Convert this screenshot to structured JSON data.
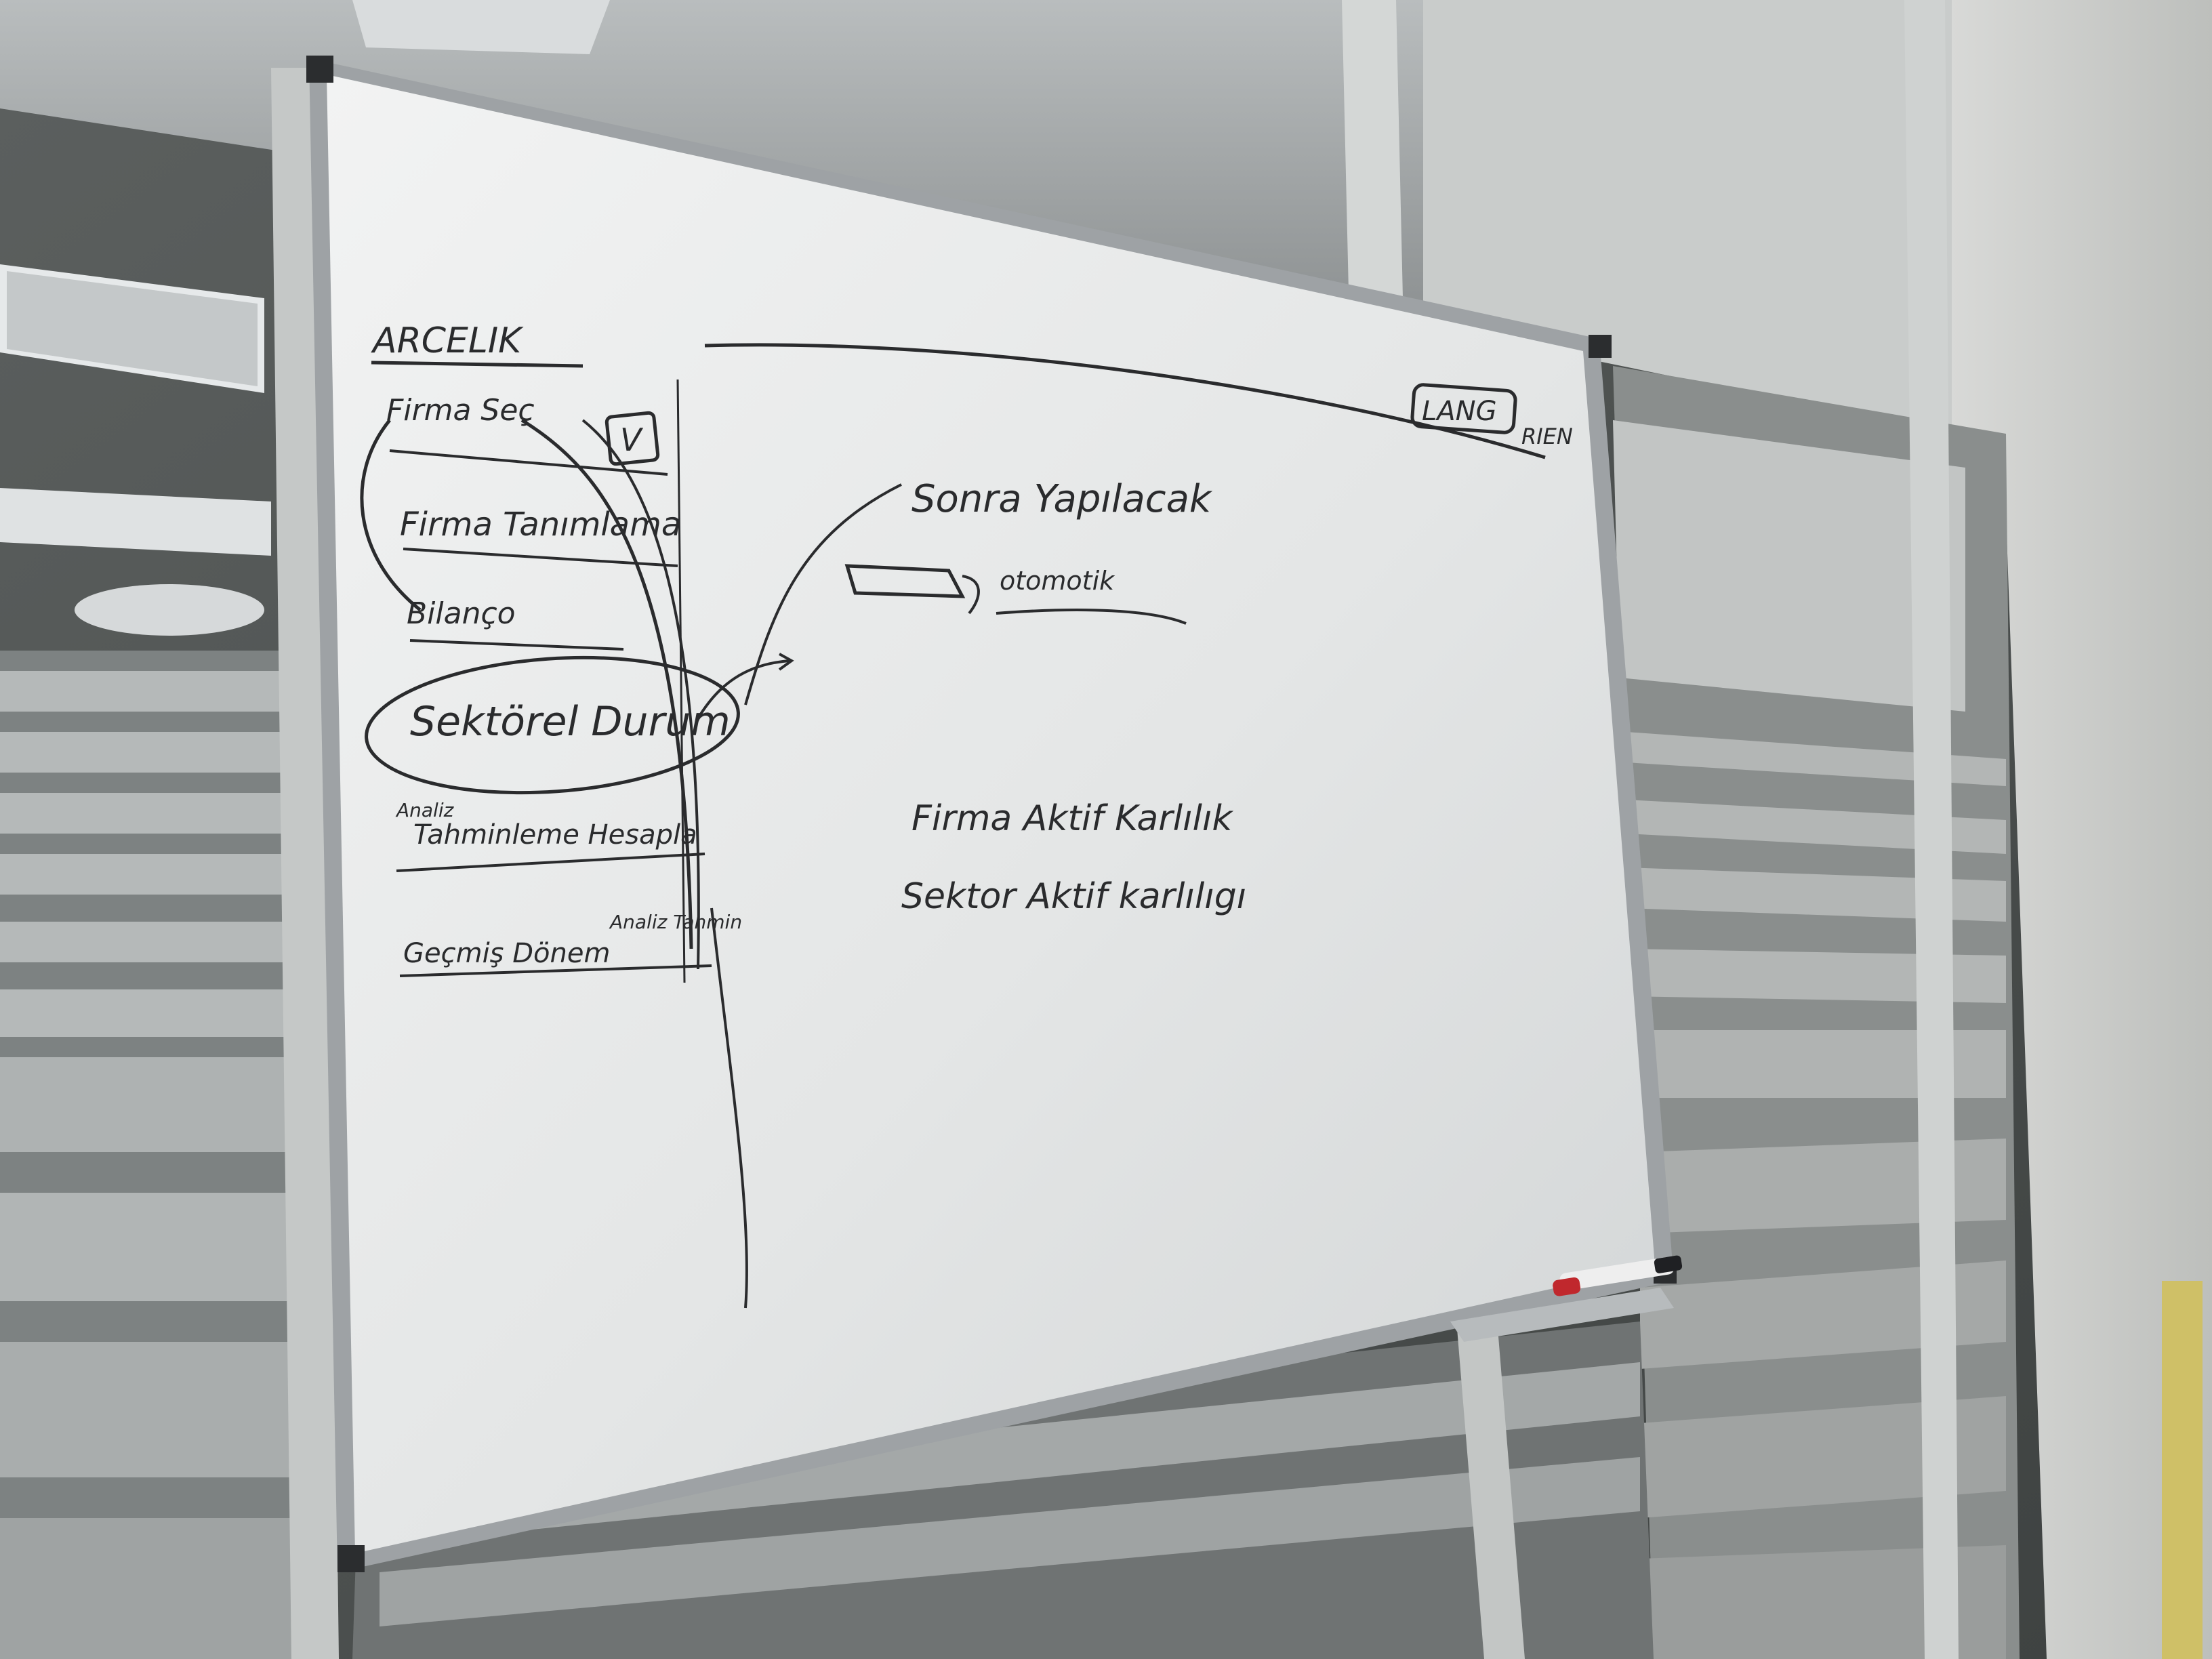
{
  "whiteboard": {
    "title": "ARCELIK",
    "left_column": [
      "Firma Seç",
      "Firma Tanımlama",
      "Bilanço",
      "Sektörel Durum",
      "Tahminleme Hesapla",
      "Geçmiş Dönem"
    ],
    "checkbox_mark": "V",
    "side_notes": [
      "Analiz",
      "Analiz Tahmin"
    ],
    "top_right": [
      "LANG",
      "RIEN"
    ],
    "middle_notes": [
      "Sonra Yapılacak",
      "otomotik"
    ],
    "center_lines": [
      "Firma Aktif Karlılık",
      "Sektor Aktif karlılıgı"
    ]
  },
  "colors": {
    "board": "#e9eaea",
    "frame": "#a9adb0",
    "ink": "#2a2b2d",
    "marker_cap": "#c0282d"
  }
}
